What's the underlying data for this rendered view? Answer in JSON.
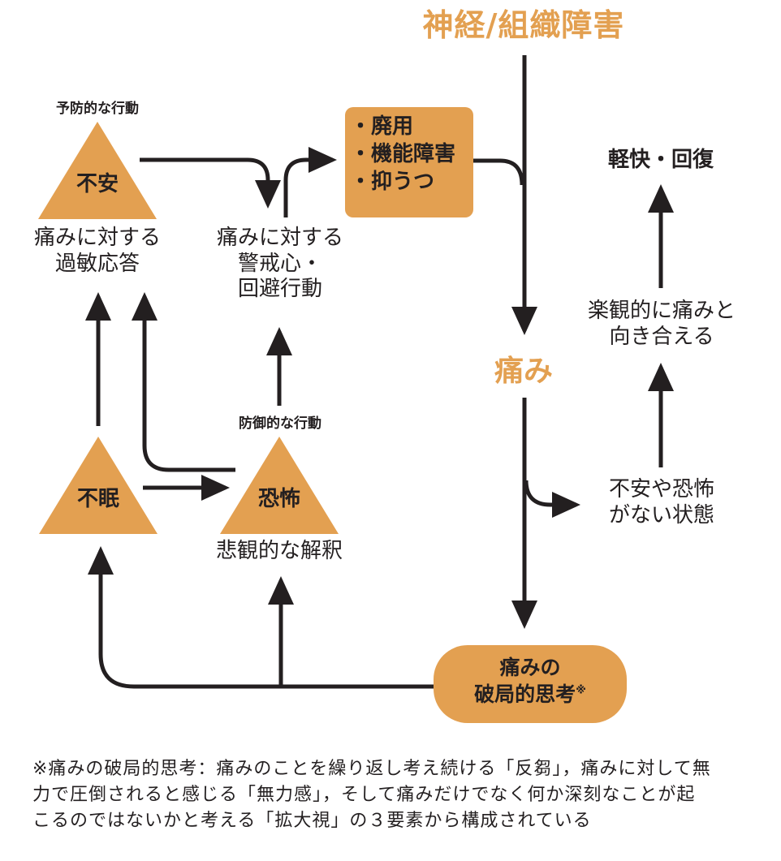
{
  "colors": {
    "accent": "#e3a051",
    "ink": "#231f20"
  },
  "top_title": "神経/組織障害",
  "nodes": {
    "anxiety": {
      "caption_above": "予防的な行動",
      "label": "不安",
      "below_lines": [
        "痛みに対する",
        "過敏応答"
      ]
    },
    "vigilance": {
      "lines": [
        "痛みに対する",
        "警戒心・",
        "回避行動"
      ]
    },
    "disuse_box": {
      "items": [
        "・廃用",
        "・機能障害",
        "・抑うつ"
      ]
    },
    "pain": {
      "label": "痛み"
    },
    "recovery": {
      "label": "軽快・回復"
    },
    "optimistic": {
      "lines": [
        "楽観的に痛みと",
        "向き合える"
      ]
    },
    "no_fear": {
      "lines": [
        "不安や恐怖",
        "がない状態"
      ]
    },
    "insomnia": {
      "label": "不眠"
    },
    "fear": {
      "caption_above": "防御的な行動",
      "label": "恐怖",
      "below": "悲観的な解釈"
    },
    "catastrophizing": {
      "line1": "痛みの",
      "line2": "破局的思考",
      "mark": "※"
    }
  },
  "footnote": {
    "lines": [
      "※痛みの破局的思考：痛みのことを繰り返し考え続ける「反芻」，痛みに対して無",
      "力で圧倒されると感じる「無力感」，そして痛みだけでなく何か深刻なことが起",
      "こるのではないかと考える「拡大視」の３要素から構成されている"
    ]
  }
}
